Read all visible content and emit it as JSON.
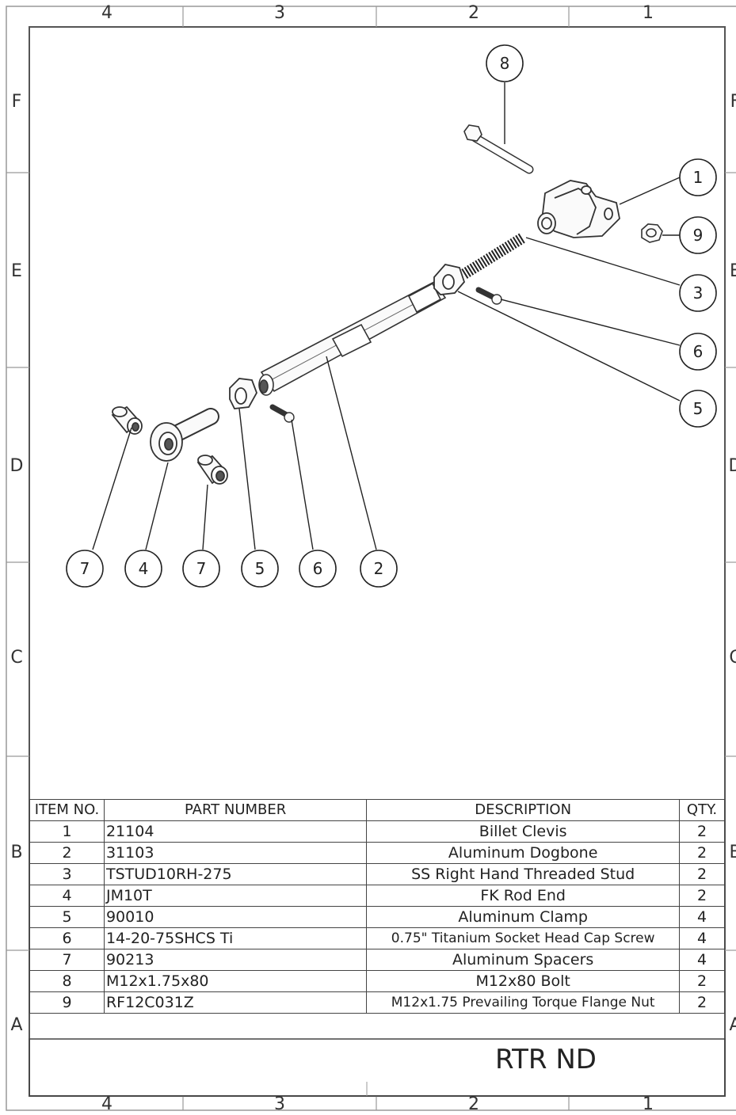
{
  "zones": {
    "columns_top": [
      "4",
      "3",
      "2",
      "1"
    ],
    "columns_bottom": [
      "4",
      "3",
      "2",
      "1"
    ],
    "rows_left": [
      "F",
      "E",
      "D",
      "C",
      "B",
      "A"
    ],
    "rows_right": [
      "F",
      "E",
      "D",
      "C",
      "B",
      "A"
    ]
  },
  "balloons": {
    "b8": "8",
    "b1": "1",
    "b9": "9",
    "b3": "3",
    "b6r": "6",
    "b5r": "5",
    "b7a": "7",
    "b4": "4",
    "b7b": "7",
    "b5b": "5",
    "b6b": "6",
    "b2": "2"
  },
  "bom": {
    "headers": {
      "item": "ITEM NO.",
      "part": "PART NUMBER",
      "description": "DESCRIPTION",
      "qty": "QTY."
    },
    "rows": [
      {
        "item": "1",
        "part": "21104",
        "description": "Billet Clevis",
        "qty": "2"
      },
      {
        "item": "2",
        "part": "31103",
        "description": "Aluminum Dogbone",
        "qty": "2"
      },
      {
        "item": "3",
        "part": "TSTUD10RH-275",
        "description": "SS Right Hand Threaded Stud",
        "qty": "2"
      },
      {
        "item": "4",
        "part": "JM10T",
        "description": "FK Rod End",
        "qty": "2"
      },
      {
        "item": "5",
        "part": "90010",
        "description": "Aluminum Clamp",
        "qty": "4"
      },
      {
        "item": "6",
        "part": "14-20-75SHCS Ti",
        "description": "0.75\" Titanium Socket Head Cap Screw",
        "qty": "4"
      },
      {
        "item": "7",
        "part": "90213",
        "description": "Aluminum Spacers",
        "qty": "4"
      },
      {
        "item": "8",
        "part": "M12x1.75x80",
        "description": "M12x80 Bolt",
        "qty": "2"
      },
      {
        "item": "9",
        "part": "RF12C031Z",
        "description": "M12x1.75 Prevailing Torque Flange Nut",
        "qty": "2"
      }
    ]
  },
  "title": "RTR ND"
}
